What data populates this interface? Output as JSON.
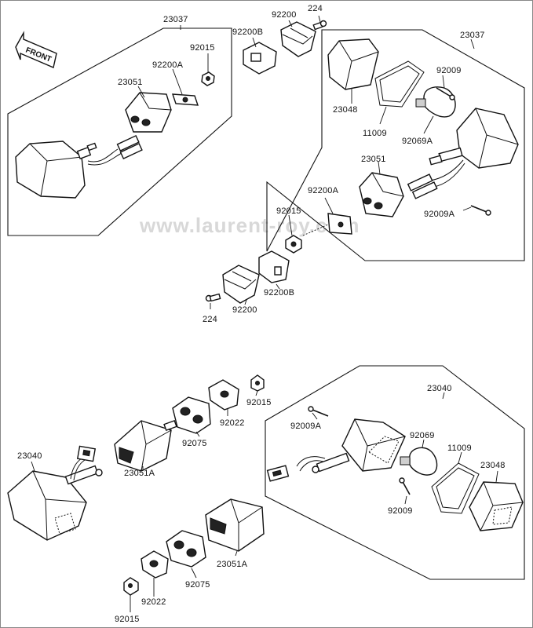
{
  "watermark": "www.laurent-roy.com",
  "front_arrow": {
    "text": "FRONT"
  },
  "labels": {
    "a_23037": "23037",
    "a_92015": "92015",
    "a_92200A": "92200A",
    "a_23051": "23051",
    "b_92200B": "92200B",
    "b_92200": "92200",
    "b_224": "224",
    "c_23037": "23037",
    "c_23048": "23048",
    "c_11009": "11009",
    "c_92009": "92009",
    "c_92069A": "92069A",
    "c_23051": "23051",
    "c_92200A": "92200A",
    "c_92015": "92015",
    "c_92009A": "92009A",
    "d_92200B": "92200B",
    "d_92200": "92200",
    "d_224": "224",
    "e_92015": "92015",
    "e_92022": "92022",
    "e_92075": "92075",
    "e_23051A": "23051A",
    "e_23040": "23040",
    "f_23040": "23040",
    "f_92009A": "92009A",
    "f_92069": "92069",
    "f_11009": "11009",
    "f_23048": "23048",
    "f_92009": "92009",
    "g_23051A": "23051A",
    "g_92075": "92075",
    "g_92022": "92022",
    "g_92015": "92015"
  }
}
